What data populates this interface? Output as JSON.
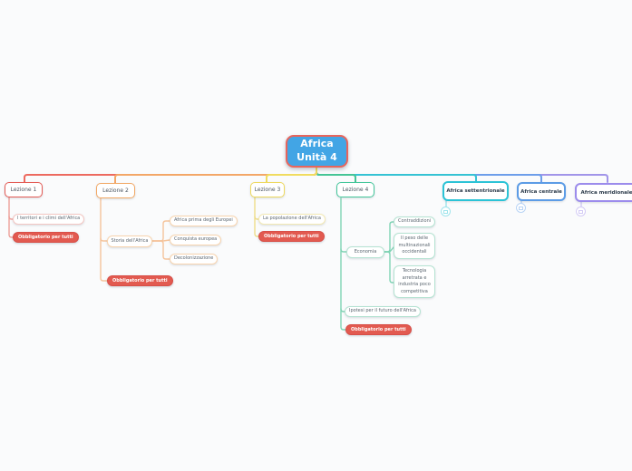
{
  "app": "mind-map",
  "root": {
    "line1": "Africa",
    "line2": "Unità 4",
    "fill": "#42a5e5",
    "border": "#e8655c"
  },
  "palette": {
    "branch_lezione_1": "#e45b55",
    "branch_lezione_2": "#f2a966",
    "branch_lezione_3": "#eed95e",
    "branch_lezione_4": "#43c69a",
    "branch_africa_settentrionale": "#2bc3d6",
    "branch_africa_centrale": "#5c9ce6",
    "branch_africa_meridionale": "#9c8cec",
    "tag_background": "#e25a50",
    "canvas_background": "#fafbfc"
  },
  "branches": [
    {
      "label": "Lezione 1",
      "color": "#e45b55",
      "children": [
        {
          "label": "I territori e i climi dell'Africa",
          "type": "topic"
        },
        {
          "label": "Obbligatorio per tutti",
          "type": "tag"
        }
      ]
    },
    {
      "label": "Lezione 2",
      "color": "#f2a966",
      "children": [
        {
          "label": "Storia dell'Africa",
          "type": "topic",
          "children": [
            {
              "label": "Africa prima degli Europei",
              "type": "topic"
            },
            {
              "label": "Conquista europea",
              "type": "topic"
            },
            {
              "label": "Decolonizzazione",
              "type": "topic"
            }
          ]
        },
        {
          "label": "Obbligatorio per tutti",
          "type": "tag"
        }
      ]
    },
    {
      "label": "Lezione 3",
      "color": "#eed95e",
      "children": [
        {
          "label": "La popolazione dell'Africa",
          "type": "topic"
        },
        {
          "label": "Obbligatorio per tutti",
          "type": "tag"
        }
      ]
    },
    {
      "label": "Lezione 4",
      "color": "#43c69a",
      "children": [
        {
          "label": "Economia",
          "type": "topic",
          "children": [
            {
              "label": "Contraddizioni",
              "type": "topic"
            },
            {
              "label": "Il peso delle multinazionali occidentali",
              "type": "topic"
            },
            {
              "label": "Tecnologia arretrata e industria poco competitiva",
              "type": "topic"
            }
          ]
        },
        {
          "label": "Ipotesi per il futuro dell'Africa",
          "type": "topic"
        },
        {
          "label": "Obbligatorio per tutti",
          "type": "tag"
        }
      ]
    },
    {
      "label": "Africa settentrionale",
      "color": "#2bc3d6",
      "icon": "attachment-icon"
    },
    {
      "label": "Africa centrale",
      "color": "#5c9ce6",
      "icon": "attachment-icon"
    },
    {
      "label": "Africa meridionale",
      "color": "#9c8cec",
      "icon": "attachment-icon"
    }
  ]
}
